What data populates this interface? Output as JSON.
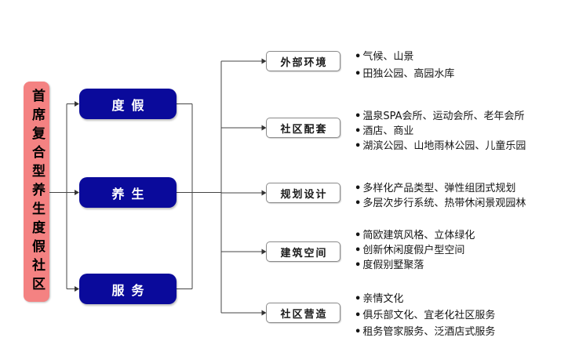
{
  "diagram": {
    "root": {
      "label": "首席复合型养生度假社区"
    },
    "branches": [
      {
        "label": "度假"
      },
      {
        "label": "养生"
      },
      {
        "label": "服务"
      }
    ],
    "categories": [
      {
        "label": "外部环境",
        "items": [
          "气候、山景",
          "田独公园、高园水库"
        ]
      },
      {
        "label": "社区配套",
        "items": [
          "温泉SPA会所、运动会所、老年会所",
          "酒店、商业",
          "湖滨公园、山地雨林公园、儿童乐园"
        ]
      },
      {
        "label": "规划设计",
        "items": [
          "多样化产品类型、弹性组团式规划",
          "多层次步行系统、热带休闲景观园林"
        ]
      },
      {
        "label": "建筑空间",
        "items": [
          "简欧建筑风格、立体绿化",
          "创新休闲度假户型空间",
          "度假别墅聚落"
        ]
      },
      {
        "label": "社区营造",
        "items": [
          "亲情文化",
          "俱乐部文化、宜老化社区服务",
          "租务管家服务、泛酒店式服务"
        ]
      }
    ],
    "colors": {
      "root_bg": "#F48282",
      "branch_bg": "#0A0A9B",
      "branch_text": "#FFFFFF",
      "category_border": "#8A8A8A",
      "line": "#444444",
      "text": "#151515"
    }
  }
}
